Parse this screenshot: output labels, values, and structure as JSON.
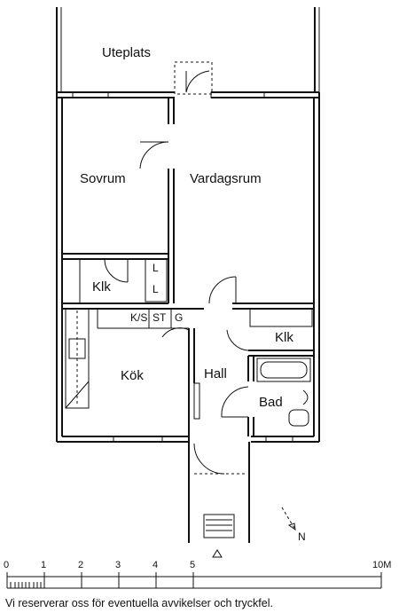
{
  "rooms": {
    "uteplats": "Uteplats",
    "sovrum": "Sovrum",
    "vardagsrum": "Vardagsrum",
    "klk_left": "Klk",
    "l_top": "L",
    "l_bottom": "L",
    "ks": "K/S",
    "st": "ST",
    "g": "G",
    "klk_right": "Klk",
    "kok": "Kök",
    "hall": "Hall",
    "bad": "Bad"
  },
  "north_label": "N",
  "scale_bar": {
    "ticks": [
      "0",
      "1",
      "2",
      "3",
      "4",
      "5",
      "10M"
    ]
  },
  "disclaimer": "Vi reserverar oss för eventuella avvikelser och tryckfel."
}
